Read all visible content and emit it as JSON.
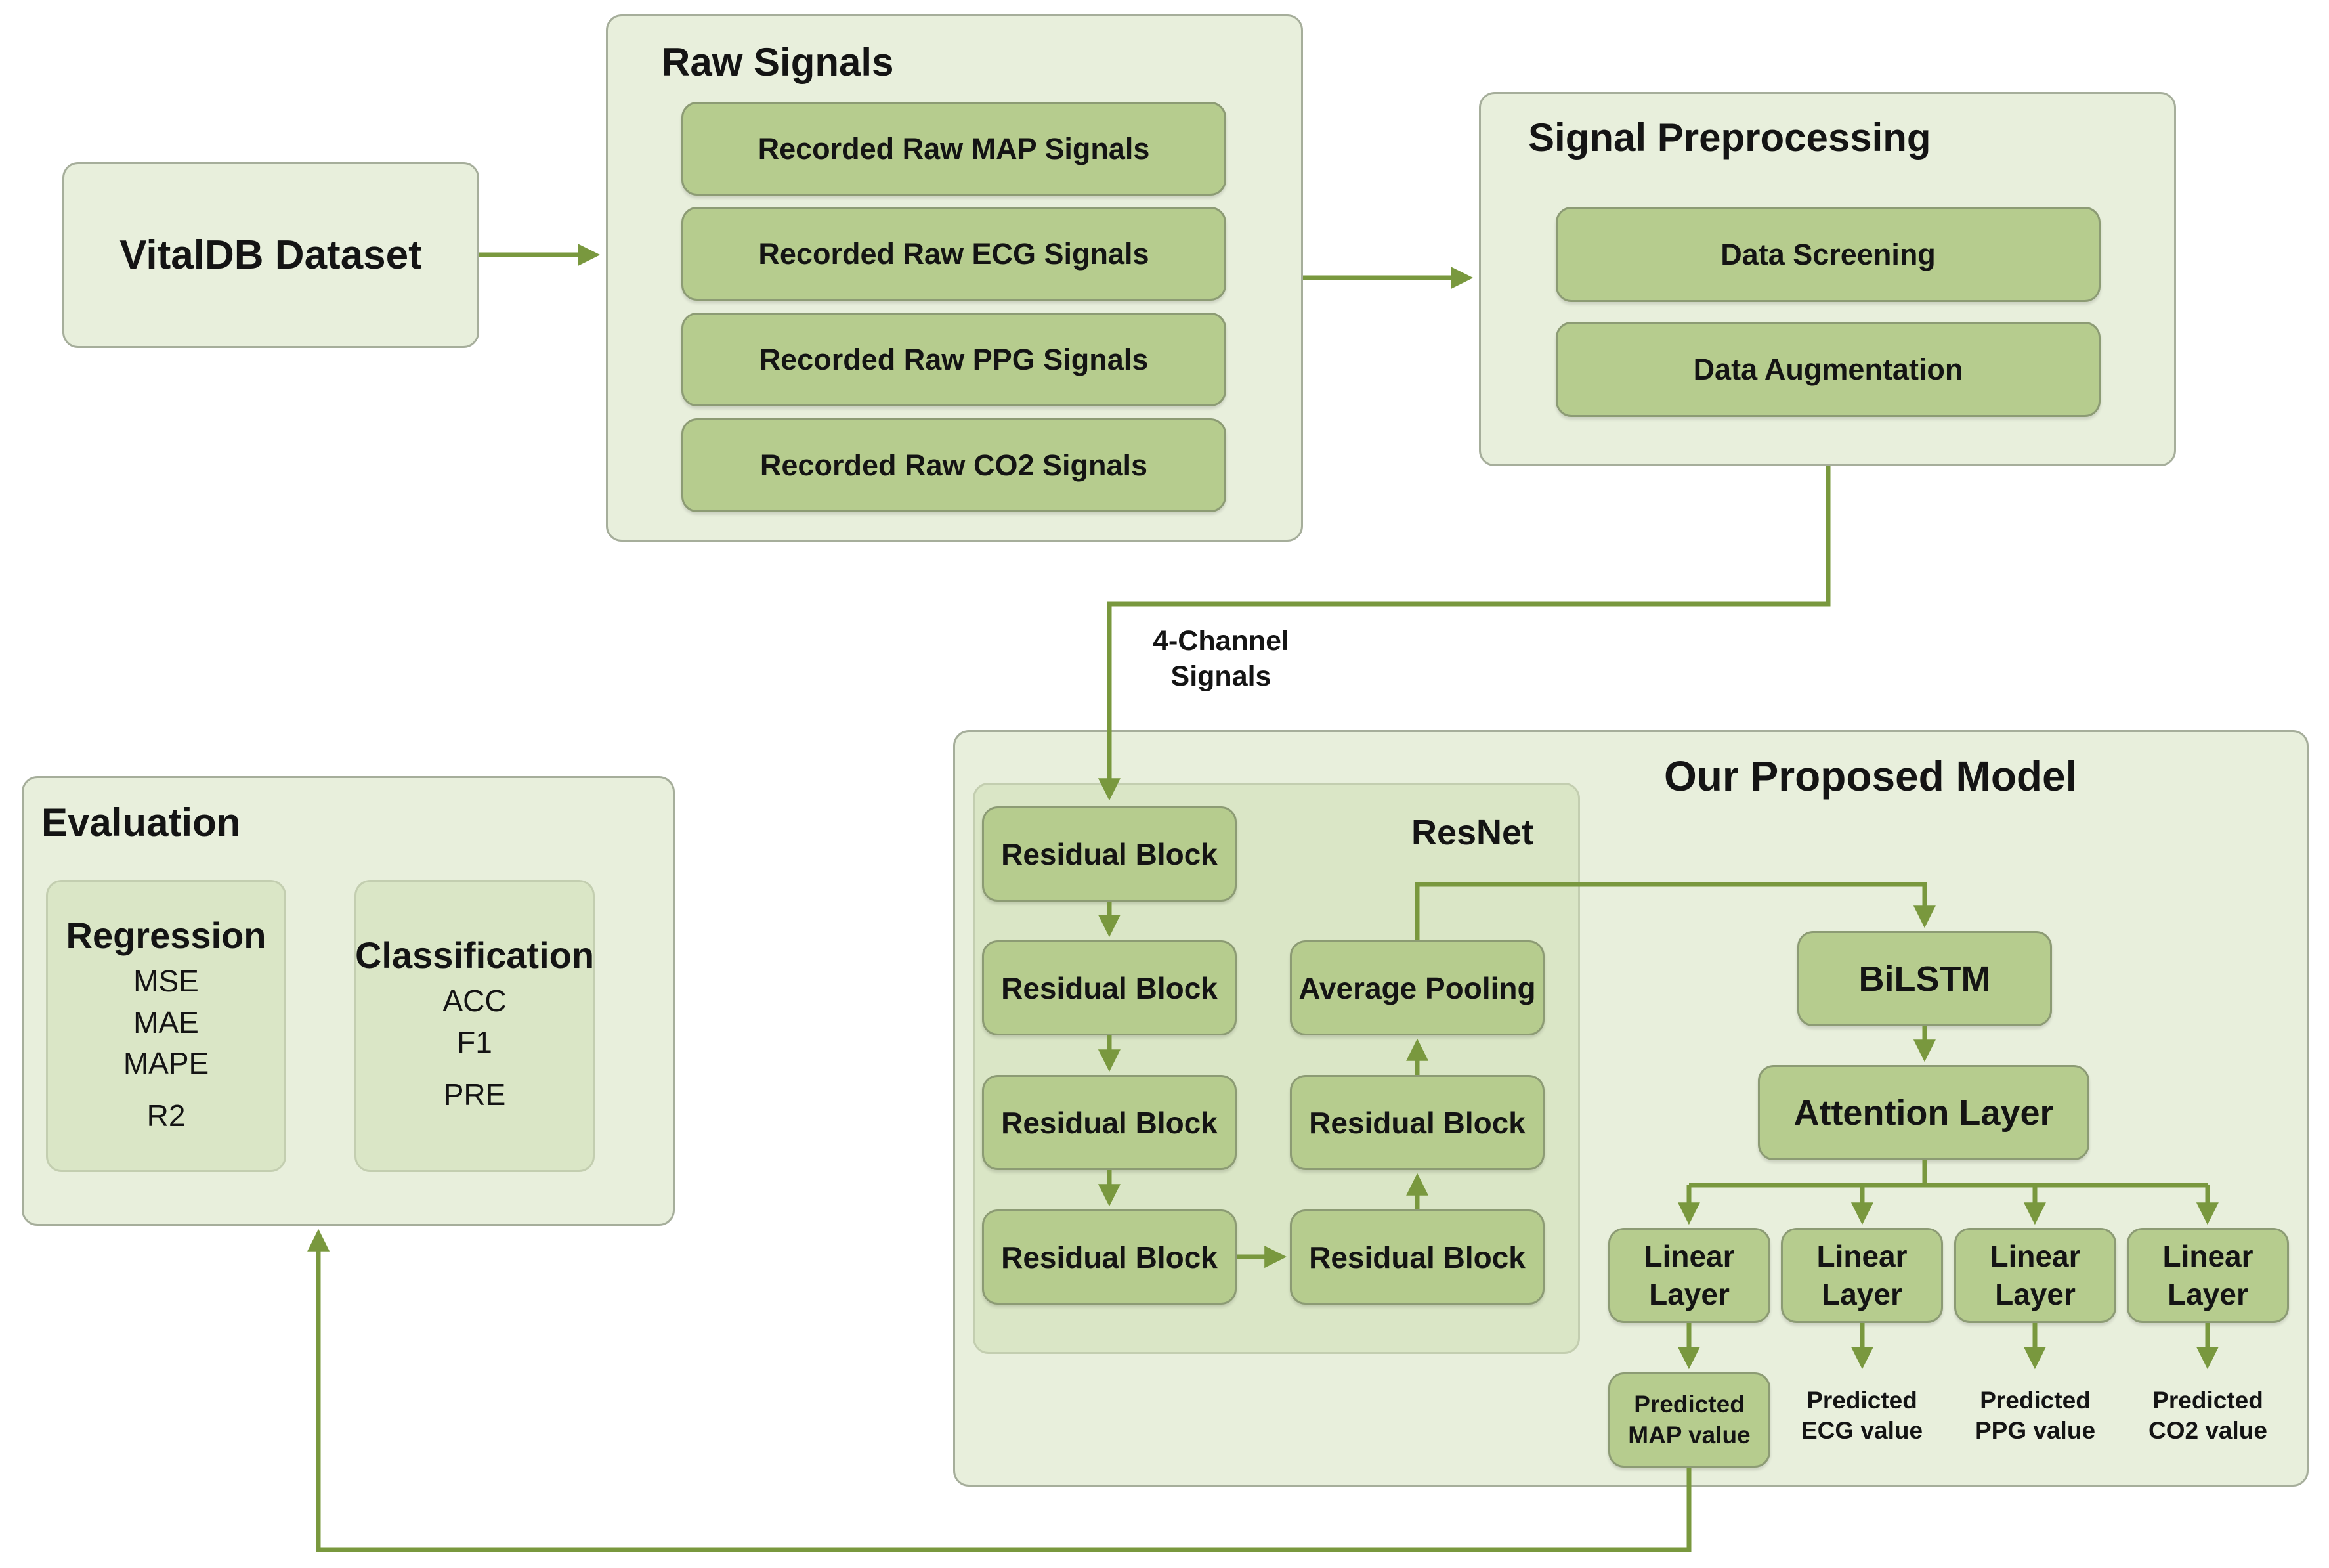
{
  "dataset": {
    "label": "VitalDB Dataset"
  },
  "raw_signals": {
    "title": "Raw Signals",
    "items": [
      "Recorded Raw MAP Signals",
      "Recorded Raw ECG Signals",
      "Recorded Raw PPG Signals",
      "Recorded Raw CO2 Signals"
    ]
  },
  "preprocessing": {
    "title": "Signal Preprocessing",
    "items": [
      "Data Screening",
      "Data Augmentation"
    ]
  },
  "channel_label": {
    "line1": "4-Channel",
    "line2": "Signals"
  },
  "model": {
    "title": "Our Proposed Model",
    "resnet_title": "ResNet",
    "residual_block": "Residual Block",
    "average_pooling": "Average Pooling",
    "bilstm": "BiLSTM",
    "attention": "Attention Layer",
    "linear": {
      "line1": "Linear",
      "line2": "Layer"
    },
    "outputs": [
      {
        "line1": "Predicted",
        "line2": "MAP value"
      },
      {
        "line1": "Predicted",
        "line2": "ECG value"
      },
      {
        "line1": "Predicted",
        "line2": "PPG value"
      },
      {
        "line1": "Predicted",
        "line2": "CO2 value"
      }
    ]
  },
  "evaluation": {
    "title": "Evaluation",
    "regression": {
      "title": "Regression",
      "metrics": [
        "MSE",
        "MAE",
        "MAPE",
        "R2"
      ]
    },
    "classification": {
      "title": "Classification",
      "metrics": [
        "ACC",
        "F1",
        "PRE"
      ]
    }
  },
  "colors": {
    "panel": "#e8efdc",
    "block": "#b6cc8e",
    "arrow": "#79983e"
  }
}
